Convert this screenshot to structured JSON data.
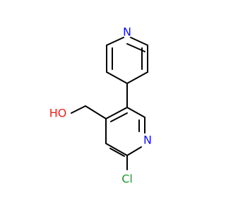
{
  "molecule": {
    "atoms": {
      "n_top": "N",
      "n_ring": "N",
      "cl": "Cl",
      "oh": "HO"
    },
    "colors": {
      "bond": "#000000",
      "nitrogen": "#1010ee",
      "chlorine": "#1d9b2d",
      "oxygen": "#e8251e"
    }
  }
}
